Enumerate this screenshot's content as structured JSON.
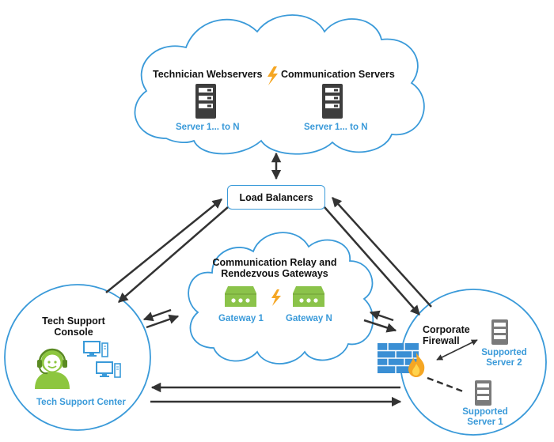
{
  "top_cloud": {
    "webservers_title": "Technician Webservers",
    "comm_servers_title": "Communication Servers",
    "webservers_caption": "Server 1... to N",
    "comm_servers_caption": "Server 1... to N"
  },
  "load_balancers": {
    "label": "Load Balancers"
  },
  "relay_cloud": {
    "title_line1": "Communication Relay and",
    "title_line2": "Rendezvous Gateways",
    "gateway1": "Gateway 1",
    "gatewayN": "Gateway N"
  },
  "tech_support": {
    "title_line1": "Tech Support",
    "title_line2": "Console",
    "caption": "Tech Support Center"
  },
  "corporate": {
    "title_line1": "Corporate",
    "title_line2": "Firewall",
    "server2_line1": "Supported",
    "server2_line2": "Server 2",
    "server1_line1": "Supported",
    "server1_line2": "Server 1"
  },
  "colors": {
    "outline_blue": "#3a9ad9",
    "label_blue": "#3a9ad9",
    "server_dark": "#3d3d3d",
    "gateway_green": "#8bc34a",
    "support_green": "#8dc63f",
    "firewall_blue": "#3a8fd4",
    "lightning": "#f5a623"
  },
  "icons": [
    "server-icon",
    "lightning-icon",
    "gateway-icon",
    "headset-agent-icon",
    "monitor-icon",
    "firewall-icon",
    "flame-icon"
  ]
}
